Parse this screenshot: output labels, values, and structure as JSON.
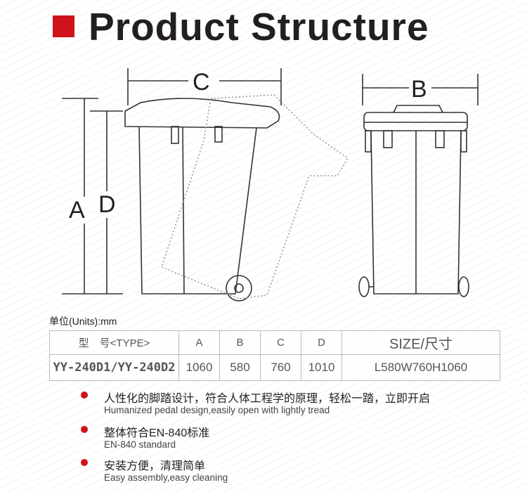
{
  "title": "Product Structure",
  "dimension_labels": {
    "a": "A",
    "b": "B",
    "c": "C",
    "d": "D"
  },
  "units_label": "单位(Units):mm",
  "table": {
    "headers": [
      "型　号<TYPE>",
      "A",
      "B",
      "C",
      "D",
      "SIZE/尺寸"
    ],
    "rows": [
      [
        "YY-240D1/YY-240D2",
        "1060",
        "580",
        "760",
        "1010",
        "L580W760H1060"
      ]
    ]
  },
  "features": [
    {
      "zh": "人性化的脚踏设计，符合人体工程学的原理，轻松一踏，立即开启",
      "en": "Humanized pedal design,easily open with lightly tread"
    },
    {
      "zh": "整体符合EN-840标准",
      "en": "EN-840 standard"
    },
    {
      "zh": "安装方便，清理简单",
      "en": "Easy assembly,easy cleaning"
    }
  ],
  "colors": {
    "accent": "#d0121b"
  }
}
